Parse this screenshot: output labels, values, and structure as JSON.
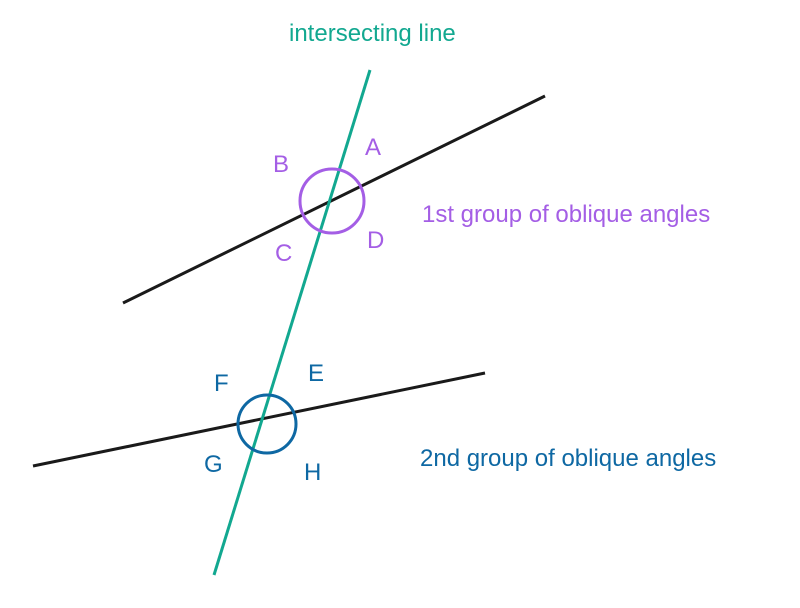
{
  "title": "intersecting line",
  "group1": {
    "label": "1st group of oblique angles",
    "angles": [
      "A",
      "B",
      "C",
      "D"
    ]
  },
  "group2": {
    "label": "2nd group of oblique angles",
    "angles": [
      "E",
      "F",
      "G",
      "H"
    ]
  },
  "colors": {
    "teal": "#12a890",
    "purple": "#a45ee5",
    "blue": "#0e68a3",
    "black": "#1a1a1a"
  }
}
